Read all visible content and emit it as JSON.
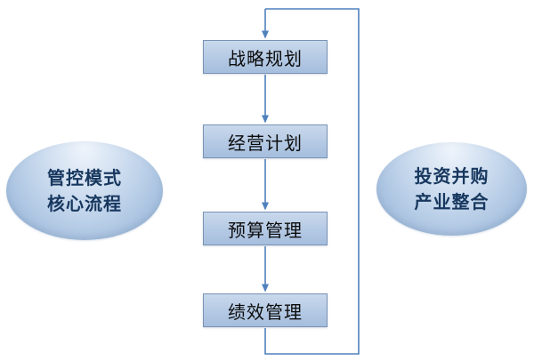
{
  "diagram": {
    "title_hint": "management control flow",
    "boxes": [
      {
        "label": "战略规划"
      },
      {
        "label": "经营计划"
      },
      {
        "label": "预算管理"
      },
      {
        "label": "绩效管理"
      }
    ],
    "left_ellipse": {
      "line1": "管控模式",
      "line2": "核心流程"
    },
    "right_ellipse": {
      "line1": "投资并购",
      "line2": "产业整合"
    },
    "colors": {
      "box_fill": "#b4c9e4",
      "box_border": "#7a93b5",
      "connector": "#4f81bd",
      "ellipse_fill": "#a9c3e1",
      "box_text": "#0c0c0c",
      "ellipse_text": "#17375e"
    }
  }
}
